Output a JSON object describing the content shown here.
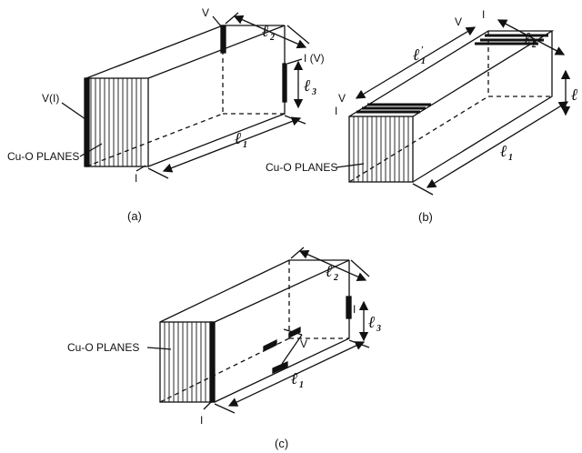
{
  "panels": {
    "a": {
      "caption": "(a)",
      "planes_label": "Cu-O PLANES",
      "contact_top": "V",
      "contact_left": "V(I)",
      "contact_right": "I (V)",
      "contact_bottom": "I",
      "dims": {
        "l1": "ℓ",
        "l1_sub": "1",
        "l2": "ℓ",
        "l2_sub": "2",
        "l3": "ℓ",
        "l3_sub": "3"
      }
    },
    "b": {
      "caption": "(b)",
      "planes_label": "Cu-O PLANES",
      "contact_v_top": "V",
      "contact_i_top": "I",
      "contact_v_left": "V",
      "contact_i_left": "I",
      "dims": {
        "l1": "ℓ",
        "l1_sub": "1",
        "l1p": "ℓ",
        "l1p_sub": "1",
        "l1p_prime": "′",
        "l2": "ℓ",
        "l2_sub": "2",
        "l3": "ℓ"
      }
    },
    "c": {
      "caption": "(c)",
      "planes_label": "Cu-O PLANES",
      "contact_i_right": "I",
      "contact_v": "V",
      "contact_i_bottom": "I",
      "dims": {
        "l1": "ℓ",
        "l1_sub": "1",
        "l2": "ℓ",
        "l2_sub": "2",
        "l3": "ℓ",
        "l3_sub": "3"
      }
    }
  },
  "colors": {
    "ink": "#111111",
    "background": "#ffffff"
  }
}
